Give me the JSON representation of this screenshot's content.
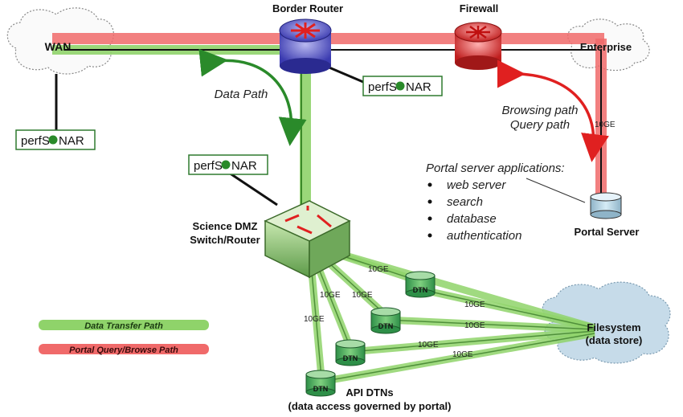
{
  "nodes": {
    "border_router": "Border Router",
    "firewall": "Firewall",
    "wan": "WAN",
    "enterprise": "Enterprise",
    "science_dmz_line1": "Science DMZ",
    "science_dmz_line2": "Switch/Router",
    "portal_server": "Portal Server",
    "filesystem_line1": "Filesystem",
    "filesystem_line2": "(data store)",
    "api_dtns_line1": "API DTNs",
    "api_dtns_line2": "(data access governed by portal)",
    "dtn": "DTN"
  },
  "perfsonar": {
    "left": "perfS",
    "right": "NAR"
  },
  "annotations": {
    "data_path": "Data Path",
    "browsing_path": "Browsing path",
    "query_path": "Query path",
    "portal_apps_title": "Portal server applications:",
    "portal_apps": [
      "web server",
      "search",
      "database",
      "authentication"
    ]
  },
  "link_labels": {
    "ten_ge": "10GE"
  },
  "legend": {
    "data_transfer": "Data Transfer Path",
    "portal_query": "Portal Query/Browse Path"
  },
  "colors": {
    "data_path": "#8fd36a",
    "portal_path": "#f06a6a",
    "perfsonar_border": "#2f7a2f",
    "arrow_green": "#2a8a2a",
    "arrow_red": "#e02020"
  }
}
